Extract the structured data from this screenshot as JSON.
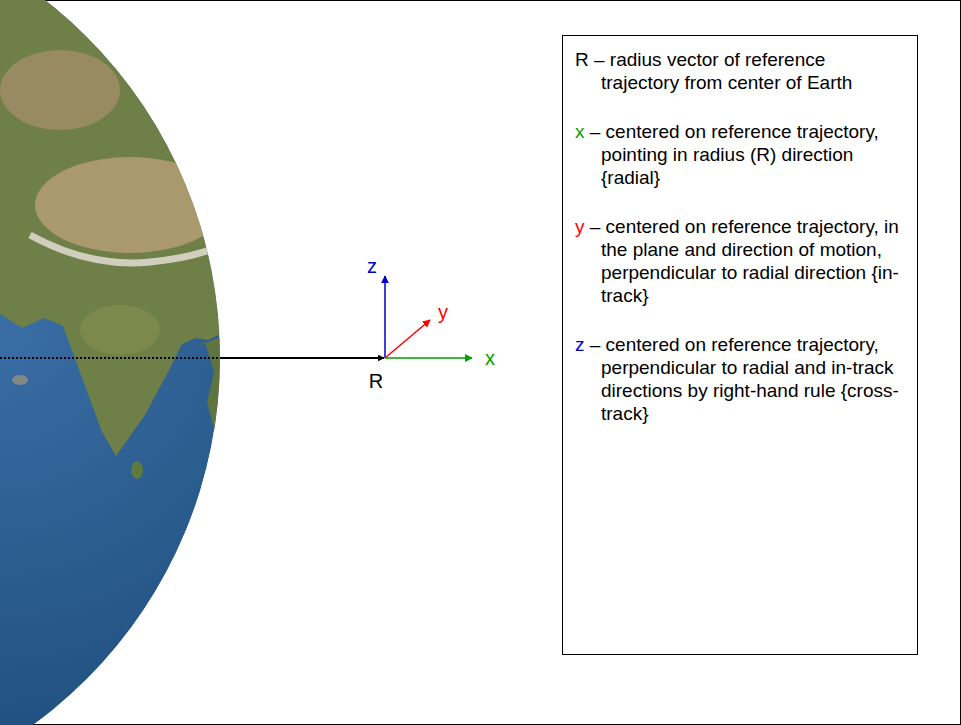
{
  "diagram": {
    "nodes": [
      {
        "text": [
          "R – radius vector of reference trajectory from center of Earth",
          "x – centered on reference trajectory, pointing in radius (R) direction {radial}",
          "y – centered on reference trajectory, in the plane and direction of motion, perpendicular to radial direction {in-track}",
          "z – centered on reference trajectory, perpendicular to radial and in-track directions by right-hand rule {cross-track}"
        ]
      }
    ],
    "labels": [
      "z",
      "y",
      "x",
      "R"
    ]
  }
}
